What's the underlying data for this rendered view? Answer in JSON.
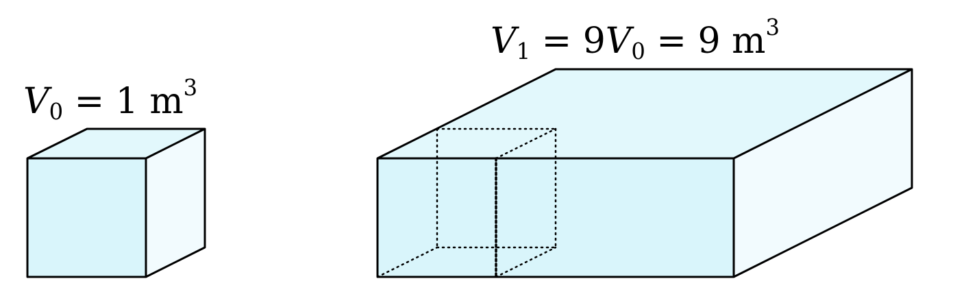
{
  "labels": {
    "small_cube": {
      "var": "V",
      "sub": "0",
      "eq": " = 1 m",
      "sup": "3"
    },
    "large_box": {
      "var1": "V",
      "sub1": "1",
      "eq1": " = 9",
      "var2": "V",
      "sub2": "0",
      "eq2": " = 9 m",
      "sup": "3"
    }
  },
  "colors": {
    "front_face": "#d9f5fb",
    "top_face": "#e2f8fc",
    "side_face": "#f2fbfe",
    "stroke": "#000000"
  }
}
